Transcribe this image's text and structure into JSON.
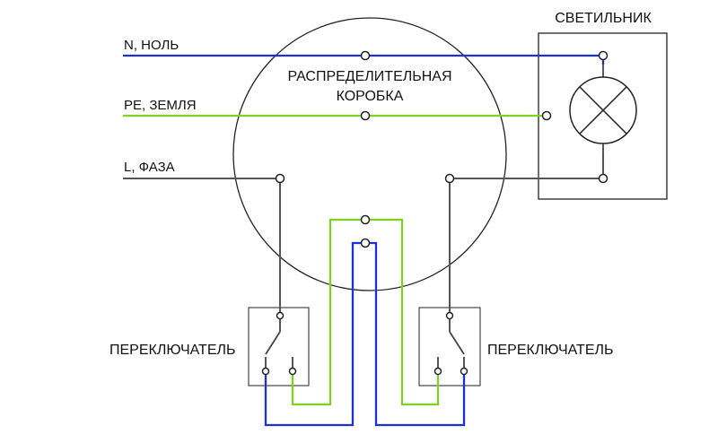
{
  "wires": {
    "neutral": "N, НОЛЬ",
    "earth": "PE, ЗЕМЛЯ",
    "phase": "L, ФАЗА"
  },
  "junction_box": {
    "line1": "РАСПРЕДЕЛИТЕЛЬНАЯ",
    "line2": "КОРОБКА"
  },
  "lamp": {
    "label": "СВЕТИЛЬНИК"
  },
  "switches": {
    "left": "ПЕРЕКЛЮЧАТЕЛЬ",
    "right": "ПЕРЕКЛЮЧАТЕЛЬ"
  },
  "colors": {
    "neutral": "#1f2fd6",
    "earth": "#7ed321",
    "phase": "#555555",
    "outline": "#222222"
  }
}
